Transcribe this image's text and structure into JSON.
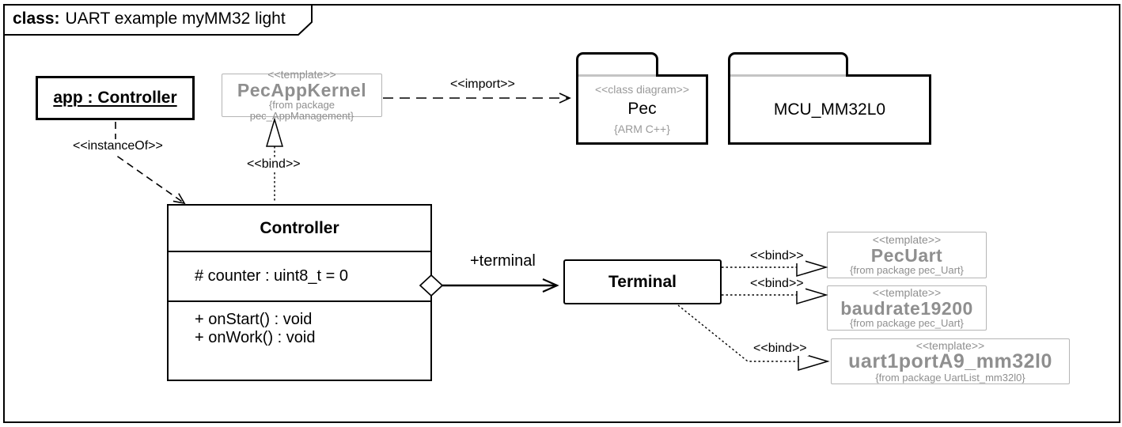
{
  "frame": {
    "title_keyword": "class:",
    "title_text": "UART example myMM32 light"
  },
  "colors": {
    "gray_text": "#8f8f8f",
    "gray_border": "#b5b5b5",
    "package_tab_underline": "#c4c4c4",
    "line_black": "#000000"
  },
  "nodes": {
    "app_instance": {
      "label": "app : Controller"
    },
    "pec_app_kernel": {
      "stereotype": "<<template>>",
      "name": "PecAppKernel",
      "origin": "{from package pec_AppManagement}"
    },
    "pec_package": {
      "stereotype": "<<class diagram>>",
      "name": "Pec",
      "tag": "{ARM C++}"
    },
    "mcu_package": {
      "name": "MCU_MM32L0"
    },
    "controller": {
      "name": "Controller",
      "attributes": [
        "# counter : uint8_t = 0"
      ],
      "operations": [
        "+ onStart() : void",
        "+ onWork() : void"
      ]
    },
    "terminal": {
      "name": "Terminal"
    },
    "pec_uart": {
      "stereotype": "<<template>>",
      "name": "PecUart",
      "origin": "{from package pec_Uart}"
    },
    "baudrate": {
      "stereotype": "<<template>>",
      "name": "baudrate19200",
      "origin": "{from package pec_Uart}"
    },
    "uart1_port": {
      "stereotype": "<<template>>",
      "name": "uart1portA9_mm32l0",
      "origin": "{from package UartList_mm32l0}"
    }
  },
  "edges": {
    "instance_of": {
      "label": "<<instanceOf>>"
    },
    "bind_kernel": {
      "label": "<<bind>>"
    },
    "import": {
      "label": "<<import>>"
    },
    "aggregation": {
      "label": "+terminal"
    },
    "bind_pec_uart": {
      "label": "<<bind>>"
    },
    "bind_baudrate": {
      "label": "<<bind>>"
    },
    "bind_uart1": {
      "label": "<<bind>>"
    }
  }
}
